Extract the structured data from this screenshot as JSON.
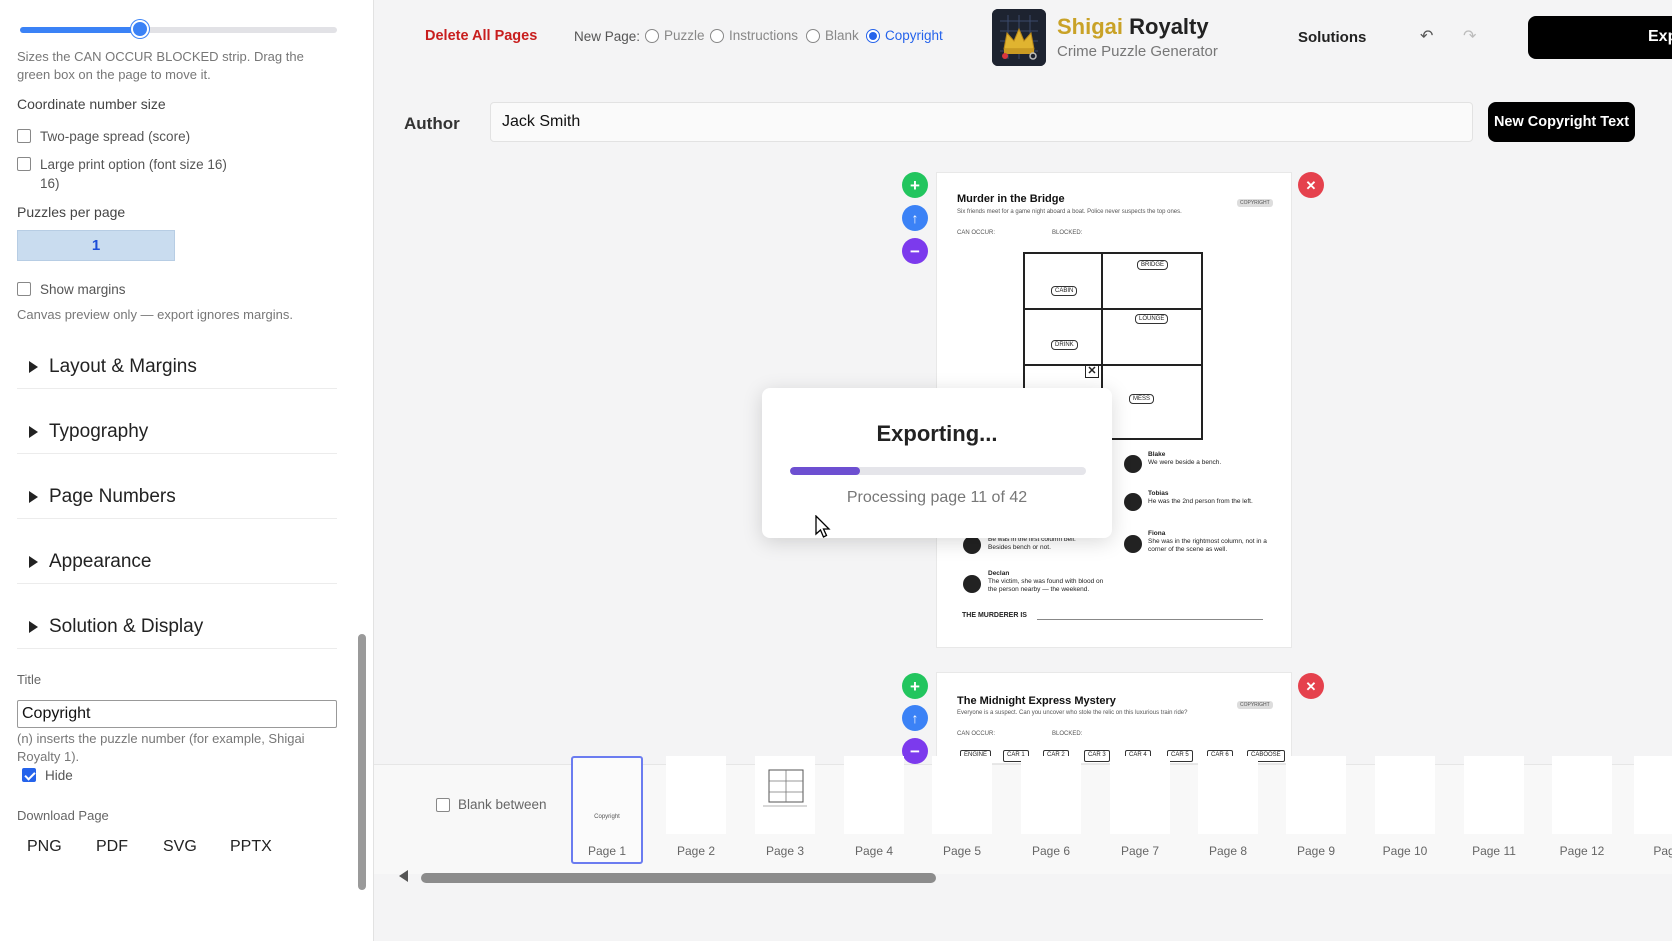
{
  "sidebar": {
    "slider_value": 0.38,
    "slider_help": "Sizes the CAN OCCUR BLOCKED strip. Drag the green box on the page to move it.",
    "coord_label": "Coordinate number size",
    "two_page_spread": "Two-page spread (score)",
    "large_print": "Large print option (font size 16)",
    "large_print_wrap": "16)",
    "ppp_label": "Puzzles per page",
    "ppp_value": "1",
    "show_margins": "Show margins",
    "margins_help": "Canvas preview only — export ignores margins.",
    "sections": [
      "Layout & Margins",
      "Typography",
      "Page Numbers",
      "Appearance",
      "Solution & Display"
    ],
    "title_label": "Title",
    "title_value": "Copyright",
    "title_help": "(n) inserts the puzzle number (for example, Shigai Royalty 1).",
    "hide_label": "Hide",
    "download_label": "Download Page",
    "download_formats": [
      "PNG",
      "PDF",
      "SVG",
      "PPTX"
    ]
  },
  "toolbar": {
    "delete_all": "Delete All Pages",
    "new_page_label": "New Page:",
    "new_page_options": [
      "Puzzle",
      "Instructions",
      "Blank",
      "Copyright"
    ],
    "new_page_selected": "Copyright",
    "brand_part1": "Shigai",
    "brand_part2": " Royalty",
    "brand_sub": "Crime Puzzle Generator",
    "solutions": "Solutions",
    "undo_icon": "↶",
    "redo_icon": "↷",
    "export_label": "Exp"
  },
  "author": {
    "label": "Author",
    "value": "Jack Smith",
    "new_copyright_button": "New Copyright Text"
  },
  "pages": [
    {
      "title": "Murder in the Bridge",
      "intro": "Six friends meet for a game night aboard a boat. Police never suspects the top ones.",
      "badge": "COPYRIGHT",
      "can_occur": "CAN OCCUR:",
      "blocked": "BLOCKED:",
      "rooms": [
        "BRIDGE",
        "CABIN",
        "LOUNGE",
        "DRINK",
        "MESS"
      ],
      "clues": [
        {
          "name": "Blake",
          "text": "We were beside a bench."
        },
        {
          "name": "Tobias",
          "text": "He was the 2nd person from the left."
        },
        {
          "name": "Fiona",
          "text": "She was in the rightmost column, not in a corner of the scene as well."
        },
        {
          "name": "",
          "text": "Be was in the first column bell. Besides bench or not."
        },
        {
          "name": "Declan",
          "text": "The victim, she was found with blood on the person nearby — the weekend."
        }
      ],
      "murderer_label": "THE MURDERER IS"
    },
    {
      "title": "The Midnight Express Mystery",
      "intro": "Everyone is a suspect. Can you uncover who stole the relic on this luxurious train ride?",
      "badge": "COPYRIGHT",
      "can_occur": "CAN OCCUR:",
      "blocked": "BLOCKED:",
      "cars": [
        "ENGINE",
        "CAR 1",
        "CAR 2",
        "CAR 3",
        "CAR 4",
        "CAR 5",
        "CAR 6",
        "CABOOSE"
      ]
    }
  ],
  "modal": {
    "title": "Exporting...",
    "progress": 0.238,
    "progress_text": "Processing page 11 of 42"
  },
  "thumbnails": {
    "blank_between": "Blank between",
    "first_thumb_text": "Copyright",
    "pages": [
      "Page 1",
      "Page 2",
      "Page 3",
      "Page 4",
      "Page 5",
      "Page 6",
      "Page 7",
      "Page 8",
      "Page 9",
      "Page 10",
      "Page 11",
      "Page 12",
      "Pag"
    ],
    "selected": "Page 1"
  },
  "colors": {
    "accent": "#2563eb",
    "danger": "#c81e1e",
    "progress": "#6d4fd1",
    "brand_gold": "#c9a227"
  }
}
